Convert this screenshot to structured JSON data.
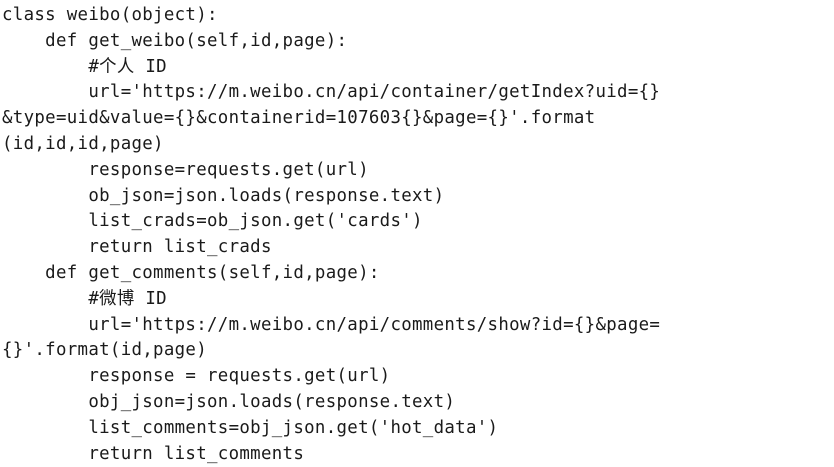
{
  "document": {
    "kind": "code-snippet",
    "language": "python",
    "background_color": "#ffffff",
    "text_color": "#1a1a1a",
    "line_count": 17
  },
  "code": {
    "lines": [
      "class weibo(object):",
      "    def get_weibo(self,id,page):",
      "        #个人 ID",
      "        url='https://m.weibo.cn/api/container/getIndex?uid={}",
      "&type=uid&value={}&containerid=107603{}&page={}'.format",
      "(id,id,id,page)",
      "        response=requests.get(url)",
      "        ob_json=json.loads(response.text)",
      "        list_crads=ob_json.get('cards')",
      "        return list_crads",
      "    def get_comments(self,id,page):",
      "        #微博 ID",
      "        url='https://m.weibo.cn/api/comments/show?id={}&page=",
      "{}'.format(id,page)",
      "        response = requests.get(url)",
      "        obj_json=json.loads(response.text)",
      "        list_comments=obj_json.get('hot_data')",
      "        return list_comments"
    ]
  }
}
